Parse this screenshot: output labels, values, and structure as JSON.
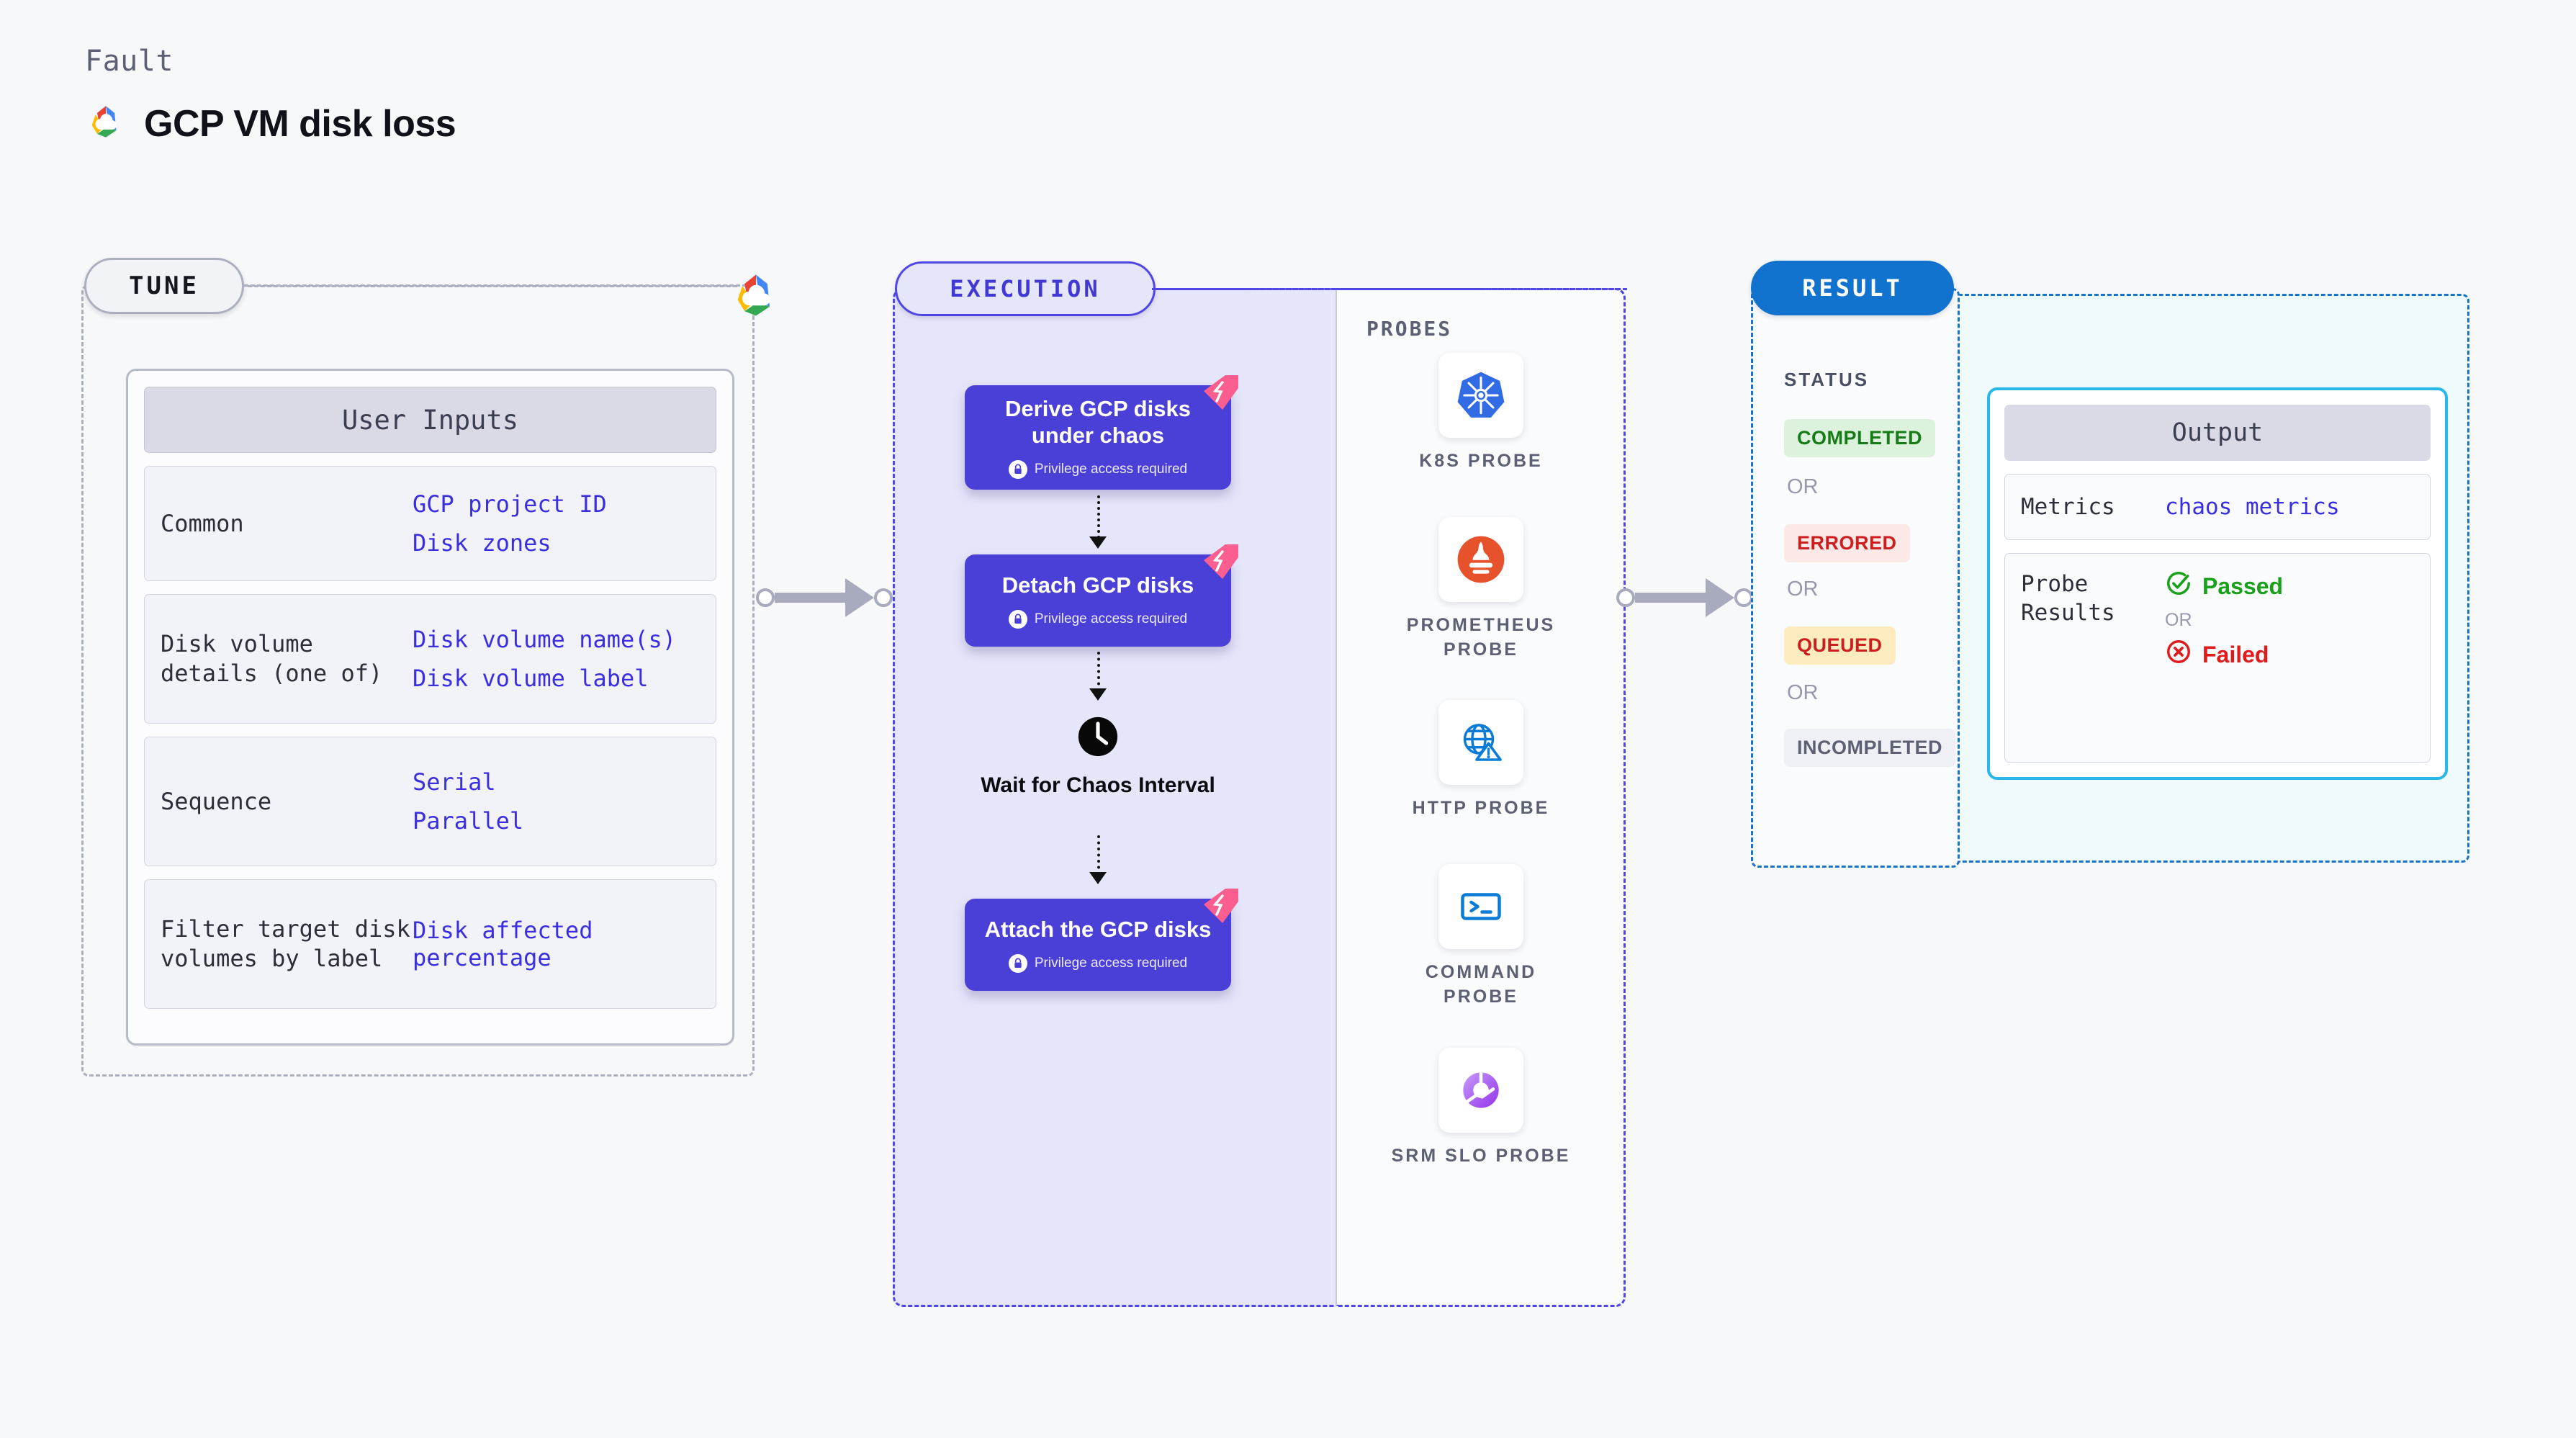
{
  "header": {
    "label": "Fault",
    "title": "GCP VM disk loss",
    "logo_icon": "gcp-logo-icon"
  },
  "stages": {
    "tune": "TUNE",
    "execution": "EXECUTION",
    "result": "RESULT"
  },
  "tune": {
    "provider_icon": "gcp-logo-icon",
    "user_inputs": {
      "title": "User Inputs",
      "rows": [
        {
          "key": "Common",
          "values": [
            "GCP project ID",
            "Disk zones"
          ]
        },
        {
          "key": "Disk volume details (one of)",
          "values": [
            "Disk volume name(s)",
            "Disk volume label"
          ]
        },
        {
          "key": "Sequence",
          "values": [
            "Serial",
            "Parallel"
          ]
        },
        {
          "key": "Filter target disk volumes by label",
          "values": [
            "Disk affected percentage"
          ]
        }
      ]
    }
  },
  "execution": {
    "steps": [
      {
        "title": "Derive GCP disks under chaos",
        "note": "Privilege access required",
        "lock_icon": "lock-icon",
        "ribbon_icon": "fault-ribbon-icon"
      },
      {
        "title": "Detach GCP disks",
        "note": "Privilege access required",
        "lock_icon": "lock-icon",
        "ribbon_icon": "fault-ribbon-icon"
      },
      {
        "title": "Attach the GCP disks",
        "note": "Privilege access required",
        "lock_icon": "lock-icon",
        "ribbon_icon": "fault-ribbon-icon"
      }
    ],
    "wait_node": {
      "label": "Wait for Chaos Interval",
      "icon": "clock-icon"
    }
  },
  "probes": {
    "title": "PROBES",
    "items": [
      {
        "label": "K8S PROBE",
        "icon": "kubernetes-icon"
      },
      {
        "label": "PROMETHEUS PROBE",
        "icon": "prometheus-icon"
      },
      {
        "label": "HTTP PROBE",
        "icon": "http-globe-icon"
      },
      {
        "label": "COMMAND PROBE",
        "icon": "terminal-icon"
      },
      {
        "label": "SRM SLO PROBE",
        "icon": "srm-slo-icon"
      }
    ]
  },
  "result": {
    "status_title": "STATUS",
    "or_label": "OR",
    "badges": [
      {
        "label": "COMPLETED",
        "bg": "#dcf2dc",
        "fg": "#177c17"
      },
      {
        "label": "ERRORED",
        "bg": "#fde8e8",
        "fg": "#cc2020"
      },
      {
        "label": "QUEUED",
        "bg": "#fdecc0",
        "fg": "#cc2020"
      },
      {
        "label": "INCOMPLETED",
        "bg": "#eef0f5",
        "fg": "#5b6173"
      }
    ]
  },
  "output": {
    "title": "Output",
    "metrics": {
      "key": "Metrics",
      "value": "chaos metrics"
    },
    "probe_results": {
      "key": "Probe Results",
      "or_label": "OR",
      "passed": {
        "label": "Passed",
        "icon": "check-circle-icon",
        "color": "#1aa11a"
      },
      "failed": {
        "label": "Failed",
        "icon": "x-circle-icon",
        "color": "#e01b1b"
      }
    }
  },
  "colors": {
    "accent_indigo": "#4f46e5",
    "step_card": "#4a3fd6",
    "result_blue": "#1273ce",
    "output_cyan": "#29b6e8",
    "ribbon_pink": "#fb5e8f",
    "link_blue": "#3a2ee0"
  }
}
